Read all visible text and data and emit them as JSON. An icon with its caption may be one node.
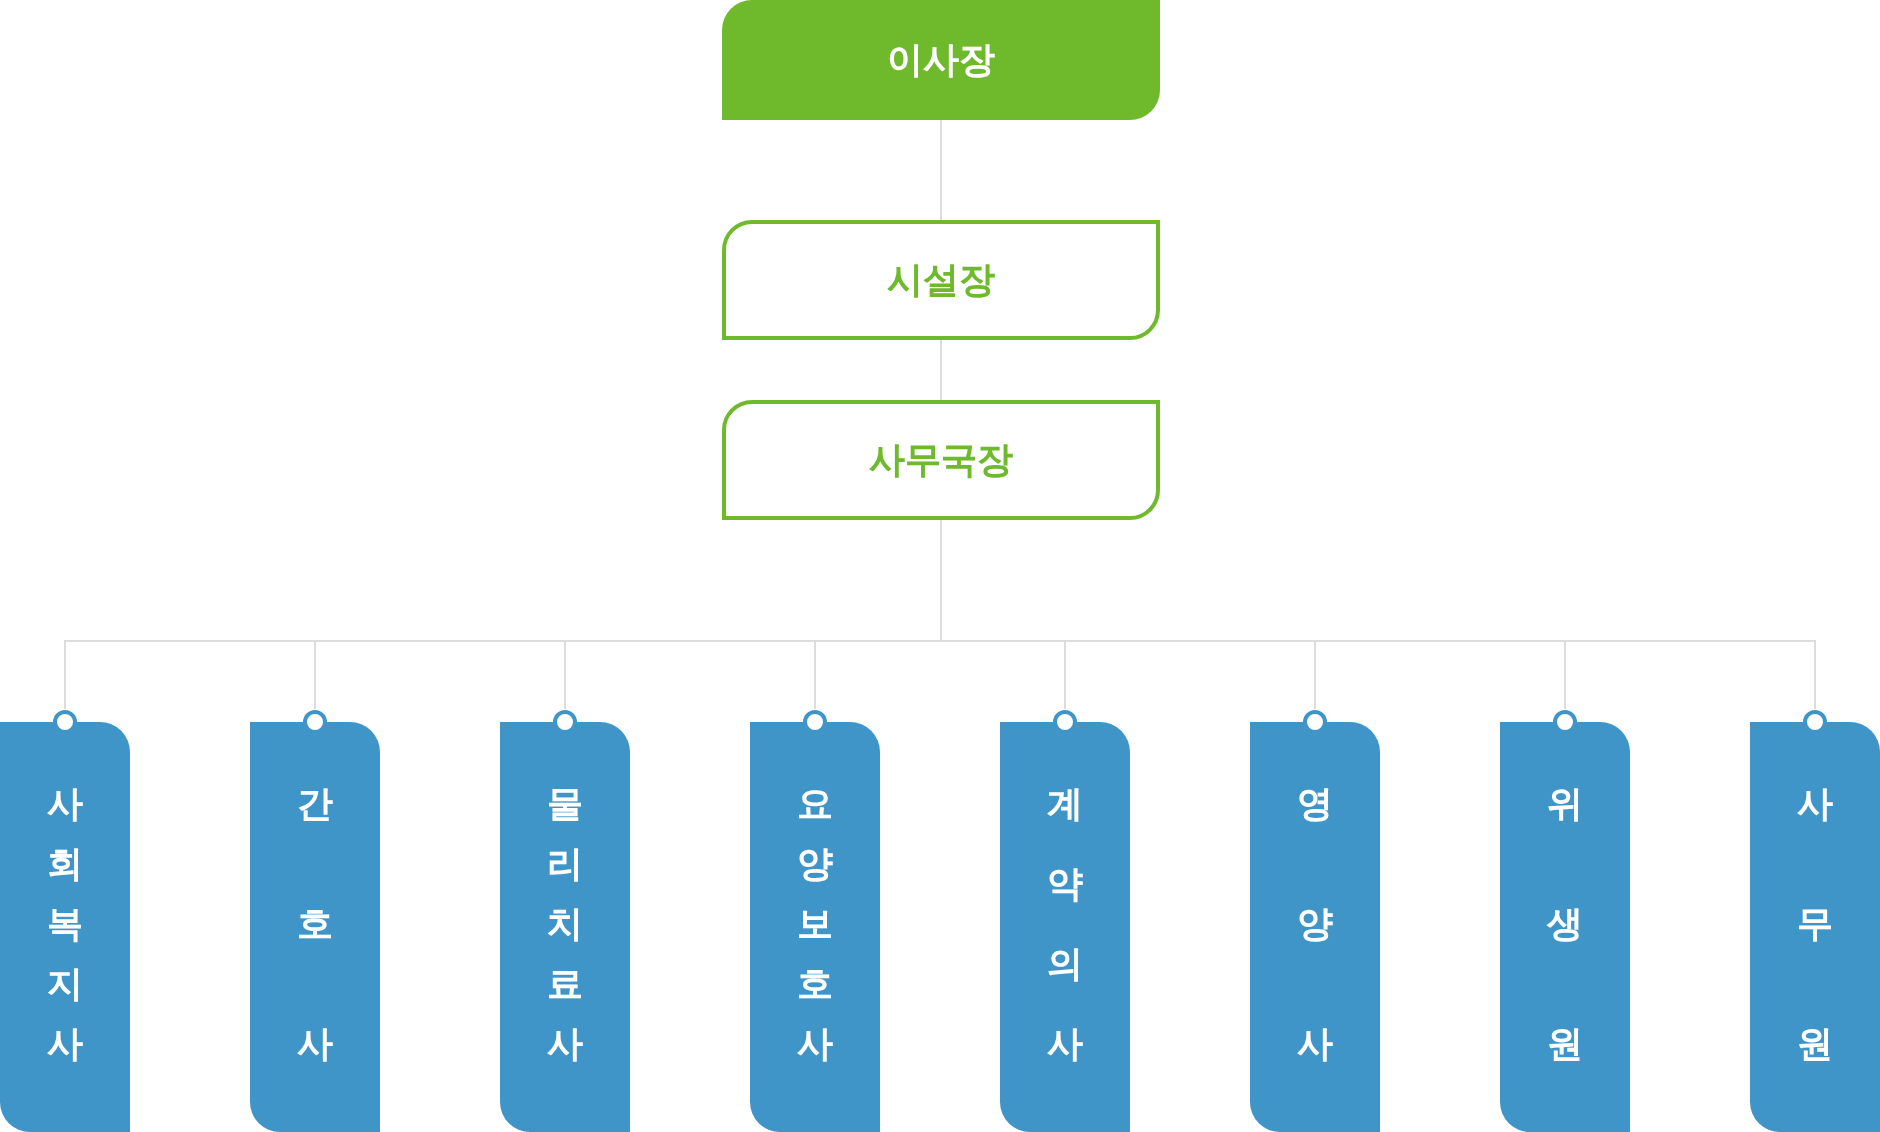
{
  "diagram": {
    "nodes": [
      {
        "text": [
          "이사장"
        ]
      },
      {
        "text": [
          "시설장"
        ]
      },
      {
        "text": [
          "사무국장"
        ]
      },
      {
        "text": [
          "사회복지사"
        ]
      },
      {
        "text": [
          "간호사"
        ]
      },
      {
        "text": [
          "물리치료사"
        ]
      },
      {
        "text": [
          "요양보호사"
        ]
      },
      {
        "text": [
          "계약의사"
        ]
      },
      {
        "text": [
          "영양사"
        ]
      },
      {
        "text": [
          "위생원"
        ]
      },
      {
        "text": [
          "사무원"
        ]
      }
    ],
    "edges": [
      {
        "from": 0,
        "to": 1,
        "arrow": "none"
      },
      {
        "from": 1,
        "to": 2,
        "arrow": "none"
      },
      {
        "from": 2,
        "to": 3,
        "arrow": "none"
      },
      {
        "from": 2,
        "to": 4,
        "arrow": "none"
      },
      {
        "from": 2,
        "to": 5,
        "arrow": "none"
      },
      {
        "from": 2,
        "to": 6,
        "arrow": "none"
      },
      {
        "from": 2,
        "to": 7,
        "arrow": "none"
      },
      {
        "from": 2,
        "to": 8,
        "arrow": "none"
      },
      {
        "from": 2,
        "to": 9,
        "arrow": "none"
      },
      {
        "from": 2,
        "to": 10,
        "arrow": "none"
      }
    ]
  }
}
